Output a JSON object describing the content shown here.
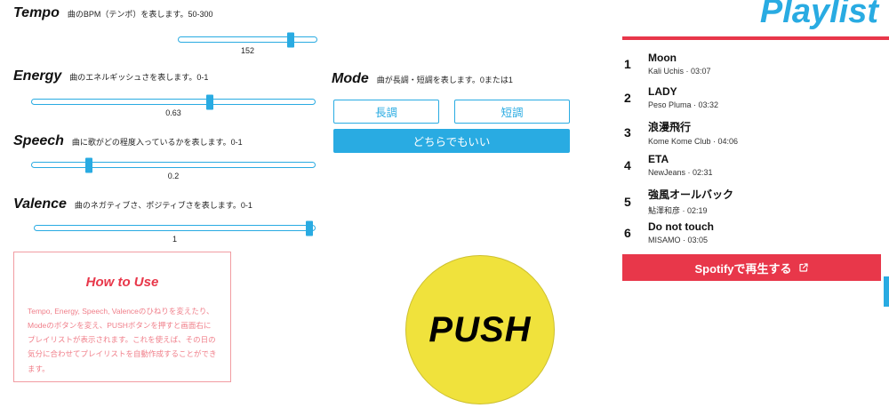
{
  "colors": {
    "accent_blue": "#29abe2",
    "accent_red": "#e8374a",
    "push_yellow": "#f0e23c"
  },
  "sliders": [
    {
      "label": "Tempo",
      "desc": "曲のBPM（テンポ）を表します。50-300",
      "value": "152",
      "percent": 81
    },
    {
      "label": "Energy",
      "desc": "曲のエネルギッシュさを表します。0-1",
      "value": "0.63",
      "percent": 63
    },
    {
      "label": "Speech",
      "desc": "曲に歌がどの程度入っているかを表します。0-1",
      "value": "0.2",
      "percent": 20
    },
    {
      "label": "Valence",
      "desc": "曲のネガティブさ、ポジティブさを表します。0-1",
      "value": "1",
      "percent": 98
    }
  ],
  "mode": {
    "label": "Mode",
    "desc": "曲が長調・短調を表します。0または1",
    "major_label": "長調",
    "minor_label": "短調",
    "either_label": "どちらでもいい"
  },
  "push_button": {
    "label": "PUSH"
  },
  "how_to_use": {
    "title": "How to Use",
    "body": "Tempo, Energy, Speech, Valenceのひねりを変えたり、Modeのボタンを変え、PUSHボタンを押すと画面右にプレイリストが表示されます。これを使えば、その日の気分に合わせてプレイリストを自動作成することができます。"
  },
  "playlist": {
    "title": "Playlist",
    "tracks": [
      {
        "no": "1",
        "title": "Moon",
        "meta": "Kali Uchis · 03:07"
      },
      {
        "no": "2",
        "title": "LADY",
        "meta": "Peso Pluma · 03:32"
      },
      {
        "no": "3",
        "title": "浪漫飛行",
        "meta": "Kome Kome Club · 04:06"
      },
      {
        "no": "4",
        "title": "ETA",
        "meta": "NewJeans · 02:31"
      },
      {
        "no": "5",
        "title": "強風オールバック",
        "meta": "鮎澤和彦 · 02:19"
      },
      {
        "no": "6",
        "title": "Do not touch",
        "meta": "MISAMO · 03:05"
      }
    ],
    "spotify_button": "Spotifyで再生する"
  }
}
